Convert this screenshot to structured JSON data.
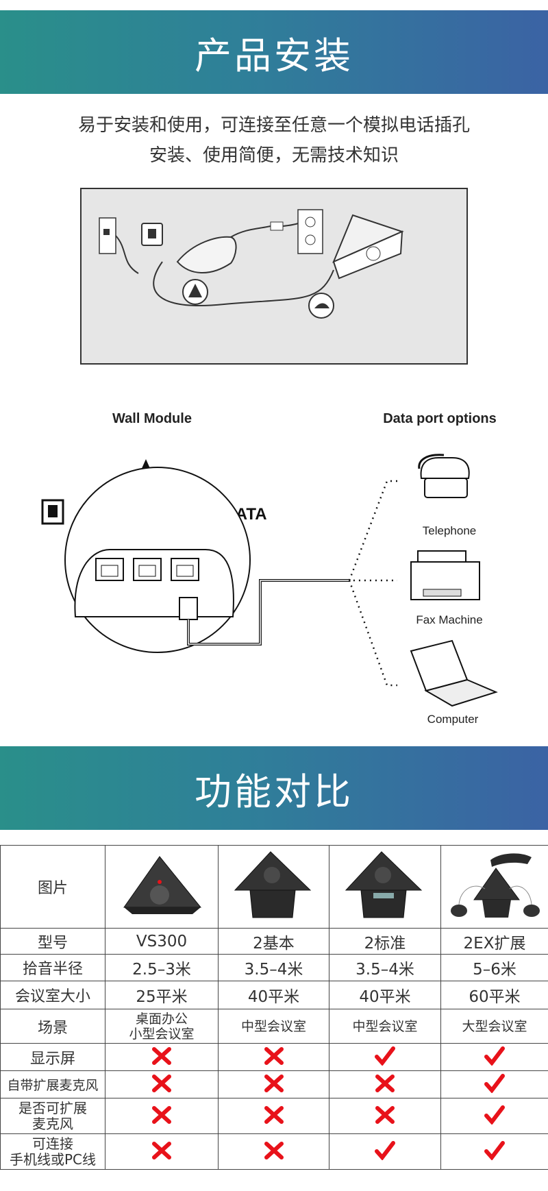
{
  "section1": {
    "title": "产品安装"
  },
  "intro": {
    "line1": "易于安装和使用，可连接至任意一个模拟电话插孔",
    "line2": "安装、使用简便，无需技术知识"
  },
  "wall_diagram": {
    "wall_module_label": "Wall Module",
    "data_port_label": "Data port options",
    "data_label": "DATA",
    "devices": [
      "Telephone",
      "Fax Machine",
      "Computer"
    ]
  },
  "section2": {
    "title": "功能对比"
  },
  "table": {
    "image_row_label": "图片",
    "rows": [
      {
        "label": "型号",
        "values": [
          "VS300",
          "2基本",
          "2标准",
          "2EX扩展"
        ]
      },
      {
        "label": "拾音半径",
        "values": [
          "2.5–3米",
          "3.5–4米",
          "3.5–4米",
          "5–6米"
        ]
      },
      {
        "label": "会议室大小",
        "values": [
          "25平米",
          "40平米",
          "40平米",
          "60平米"
        ]
      }
    ],
    "scene": {
      "label": "场景",
      "values": [
        [
          "桌面办公",
          "小型会议室"
        ],
        "中型会议室",
        "中型会议室",
        "大型会议室"
      ]
    },
    "feature_rows": [
      {
        "label": [
          "显示屏"
        ],
        "values": [
          false,
          false,
          true,
          true
        ]
      },
      {
        "label": [
          "自带扩展麦克风"
        ],
        "values": [
          false,
          false,
          false,
          true
        ]
      },
      {
        "label": [
          "是否可扩展",
          "麦克风"
        ],
        "values": [
          false,
          false,
          false,
          true
        ]
      },
      {
        "label": [
          "可连接",
          "手机线或PC线"
        ],
        "values": [
          false,
          false,
          true,
          true
        ]
      }
    ],
    "colors": {
      "check": "#e8121a",
      "cross": "#e8121a"
    }
  }
}
